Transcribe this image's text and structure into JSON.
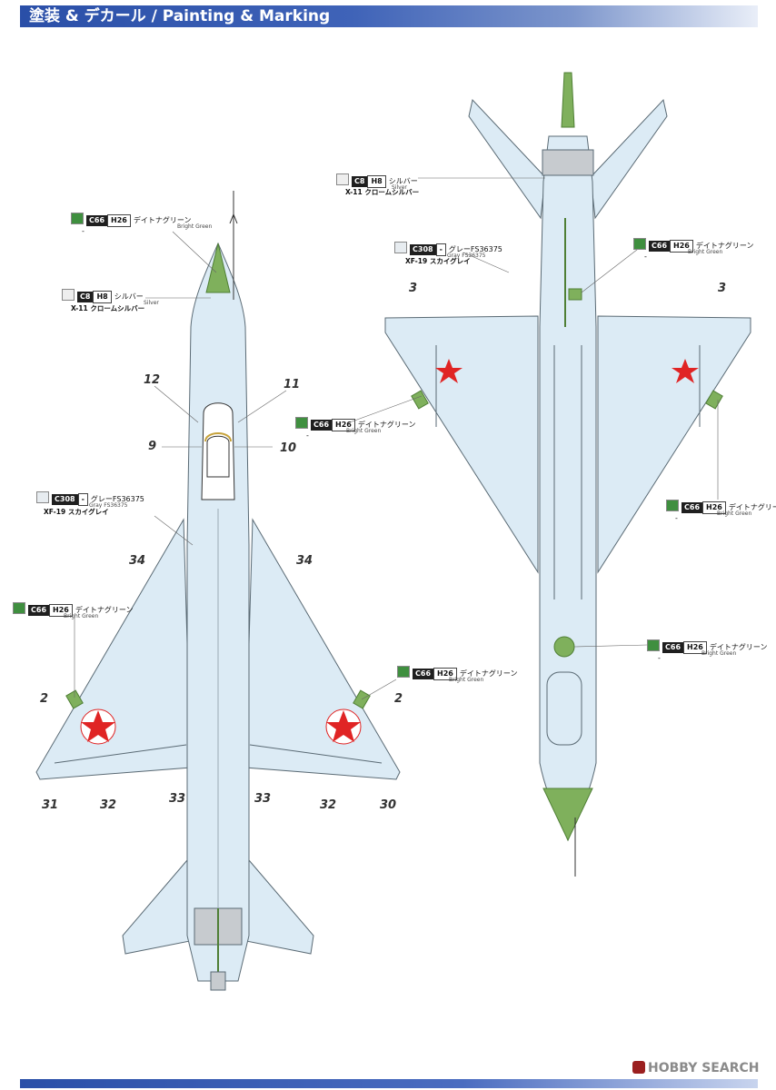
{
  "header": {
    "title": "塗装 & デカール / Painting & Marking"
  },
  "watermark": {
    "text": "HOBBY SEARCH"
  },
  "colors": {
    "aircraft_light": "#dcebf5",
    "aircraft_line": "#5a6a74",
    "panel_gray": "#c7cbcf",
    "green": "#7fb05c",
    "green_dark": "#4f7f35",
    "star_red": "#e02424",
    "header_blue": "#2a4fa8"
  },
  "callouts": {
    "left_green_nose": {
      "code": "C66",
      "code2": "H26",
      "jp": "デイトナグリーン",
      "en": "Bright Green",
      "dash": "-"
    },
    "left_silver": {
      "code": "C8",
      "code2": "H8",
      "jp": "シルバー",
      "en": "Silver",
      "tertiary": "X-11 クロームシルバー"
    },
    "left_gray": {
      "code": "C308",
      "code2": "-",
      "jp": "グレーFS36375",
      "en": "Gray FS36375",
      "tertiary": "XF-19 スカイグレイ"
    },
    "left_green_wing_l": {
      "code": "C66",
      "code2": "H26",
      "jp": "デイトナグリーン",
      "en": "Bright Green"
    },
    "left_green_wing_r": {
      "code": "C66",
      "code2": "H26",
      "jp": "デイトナグリーン",
      "en": "Bright Green"
    },
    "mid_green": {
      "code": "C66",
      "code2": "H26",
      "jp": "デイトナグリーン",
      "en": "Bright Green",
      "dash": "-"
    },
    "right_silver": {
      "code": "C8",
      "code2": "H8",
      "jp": "シルバー",
      "en": "Silver",
      "tertiary": "X-11 クロームシルバー"
    },
    "right_gray": {
      "code": "C308",
      "code2": "-",
      "jp": "グレーFS36375",
      "en": "Gray FS36375",
      "tertiary": "XF-19 スカイグレイ"
    },
    "right_green_top": {
      "code": "C66",
      "code2": "H26",
      "jp": "デイトナグリーン",
      "en": "Bright Green",
      "dash": "-"
    },
    "right_green_wing": {
      "code": "C66",
      "code2": "H26",
      "jp": "デイトナグリーン",
      "en": "Bright Green",
      "dash": "-"
    },
    "right_green_belly": {
      "code": "C66",
      "code2": "H26",
      "jp": "デイトナグリーン",
      "en": "Bright Green",
      "dash": "-"
    }
  },
  "decal_numbers": {
    "n12": "12",
    "n11": "11",
    "n9": "9",
    "n10": "10",
    "n34a": "34",
    "n34b": "34",
    "n2a": "2",
    "n2b": "2",
    "n31": "31",
    "n32a": "32",
    "n33a": "33",
    "n33b": "33",
    "n32b": "32",
    "n30": "30",
    "n3a": "3",
    "n3b": "3"
  }
}
